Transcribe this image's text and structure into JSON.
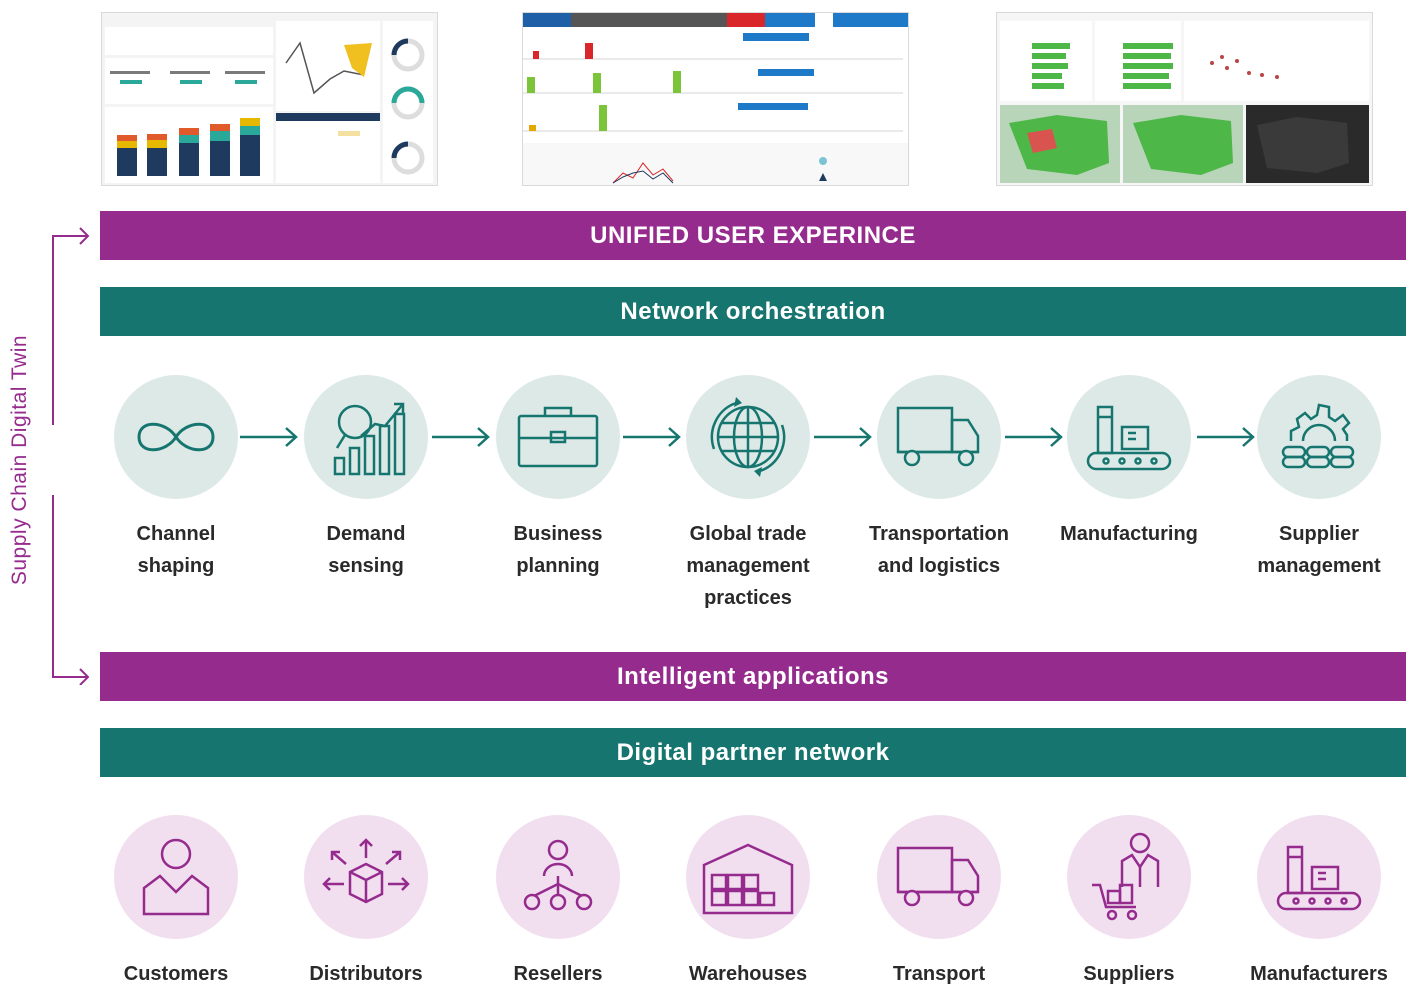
{
  "side_label": "Supply Chain Digital Twin",
  "bars": {
    "ux": "UNIFIED USER EXPERINCE",
    "network": "Network orchestration",
    "apps": "Intelligent applications",
    "partner": "Digital partner network"
  },
  "processes": [
    {
      "line1": "Channel",
      "line2": "shaping",
      "line3": "",
      "icon": "infinity-icon"
    },
    {
      "line1": "Demand",
      "line2": "sensing",
      "line3": "",
      "icon": "magnifier-growth-chart-icon"
    },
    {
      "line1": "Business",
      "line2": "planning",
      "line3": "",
      "icon": "briefcase-icon"
    },
    {
      "line1": "Global trade",
      "line2": "management",
      "line3": "practices",
      "icon": "globe-icon"
    },
    {
      "line1": "Transportation",
      "line2": "and logistics",
      "line3": "",
      "icon": "truck-icon"
    },
    {
      "line1": "Manufacturing",
      "line2": "",
      "line3": "",
      "icon": "factory-conveyor-icon"
    },
    {
      "line1": "Supplier",
      "line2": "management",
      "line3": "",
      "icon": "gear-chain-icon"
    }
  ],
  "partners": [
    {
      "label": "Customers",
      "icon": "person-icon"
    },
    {
      "label": "Distributors",
      "icon": "box-distribution-icon"
    },
    {
      "label": "Resellers",
      "icon": "network-hierarchy-icon"
    },
    {
      "label": "Warehouses",
      "icon": "warehouse-icon"
    },
    {
      "label": "Transport",
      "icon": "truck-icon"
    },
    {
      "label": "Suppliers",
      "icon": "supplier-cart-icon"
    },
    {
      "label": "Manufacturers",
      "icon": "factory-conveyor-icon"
    }
  ],
  "thumbnails": [
    {
      "name": "kpi-dashboard-screenshot"
    },
    {
      "name": "warehouse-status-dashboard-screenshot"
    },
    {
      "name": "map-analytics-dashboard-screenshot"
    }
  ],
  "colors": {
    "purple": "#962b8e",
    "teal": "#16766f",
    "teal_circle": "#dde9e7",
    "purple_circle": "#f1dff0"
  }
}
